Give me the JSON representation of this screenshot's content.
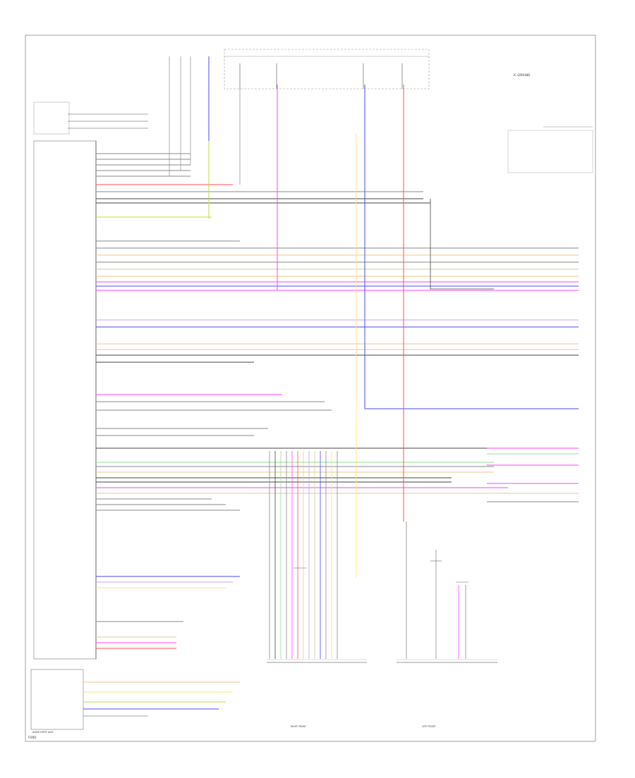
{
  "colors": {
    "frame": "#888888",
    "wire_gray": "#8a8a8a",
    "wire_dark": "#444444",
    "wire_red": "#ff4f4f",
    "wire_magenta": "#ff40ff",
    "wire_blue": "#4a4af0",
    "wire_yellow": "#ffe07a",
    "wire_orange": "#f2c58a",
    "wire_green": "#8fe08f",
    "wire_yellowgreen": "#b8e03a",
    "wire_violet": "#c9a0e8",
    "wire_tan": "#d9c8a0"
  },
  "labels": {
    "ic_note": "IC GROUND",
    "footer_left": "FORD",
    "left_module": "AUDIO INPUT JACK",
    "right_module_1": "RIGHT FRONT",
    "right_module_2": "LEFT FRONT"
  }
}
